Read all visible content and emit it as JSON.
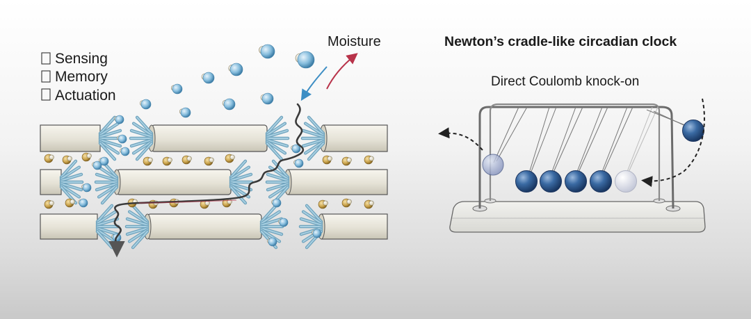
{
  "left_panel": {
    "legend": [
      "Sensing",
      "Memory",
      "Actuation"
    ],
    "moisture_label": "Moisture"
  },
  "right_panel": {
    "title": "Newton’s cradle-like circadian clock",
    "subtitle": "Direct Coulomb knock-on"
  },
  "colors": {
    "water_blue": "#7fb6d8",
    "water_white": "#f2ecd8",
    "ion_gold": "#c9a24b",
    "fiber": "#e9e6dc",
    "fiber_edge": "#555555",
    "ligand_blue": "#7fb3cc",
    "ball_blue": "#2f5a8f",
    "path_red": "#b8334a",
    "path_blue": "#3d8ec4"
  }
}
